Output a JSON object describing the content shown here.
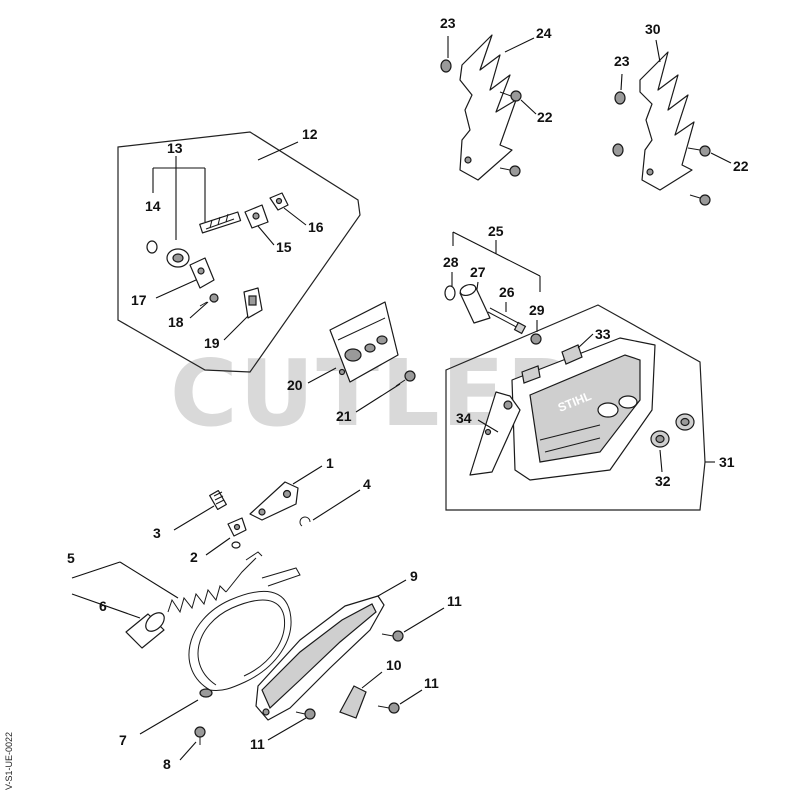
{
  "watermark": "CUTLERY",
  "side_code": "V-S1-UE-0022",
  "brand_on_cover": "STIHL",
  "colors": {
    "line": "#111111",
    "watermark": "#d9d9d9",
    "shade": "#9a9a9a"
  },
  "callouts": {
    "c1": "1",
    "c2": "2",
    "c3": "3",
    "c4": "4",
    "c5": "5",
    "c6": "6",
    "c7": "7",
    "c8": "8",
    "c9": "9",
    "c10": "10",
    "c11a": "11",
    "c11b": "11",
    "c11c": "11",
    "c12": "12",
    "c13": "13",
    "c14": "14",
    "c15": "15",
    "c16": "16",
    "c17": "17",
    "c18": "18",
    "c19": "19",
    "c20": "20",
    "c21": "21",
    "c22a": "22",
    "c22b": "22",
    "c23a": "23",
    "c23b": "23",
    "c24": "24",
    "c25": "25",
    "c26": "26",
    "c27": "27",
    "c28": "28",
    "c29": "29",
    "c30": "30",
    "c31": "31",
    "c32": "32",
    "c33": "33",
    "c34": "34"
  }
}
